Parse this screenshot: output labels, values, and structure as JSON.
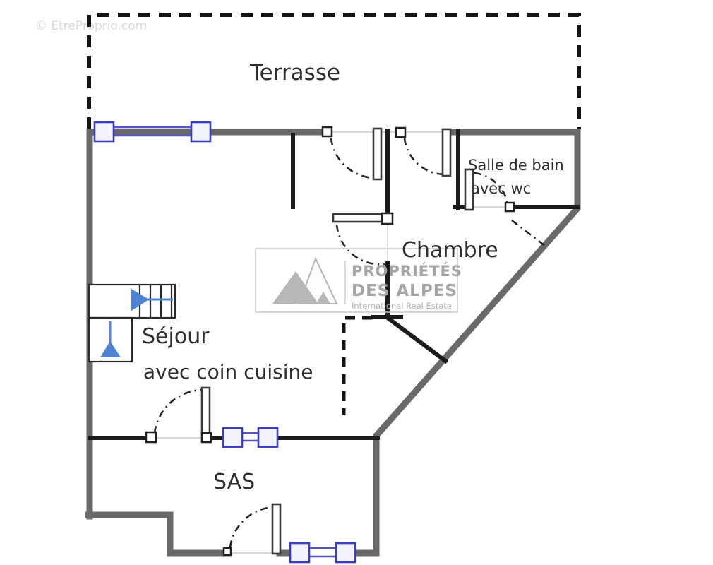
{
  "site_watermark": "© EtreProprio.com",
  "labels": {
    "terrasse": "Terrasse",
    "salle_de_bain": "Salle de bain",
    "salle_de_bain_2": "avec wc",
    "chambre": "Chambre",
    "sejour": "Séjour",
    "sejour_2": "avec coin cuisine",
    "sas": "SAS"
  },
  "brand": {
    "line1": "PROPRIÉTÉS",
    "line2": "DES ALPES",
    "tagline": "International Real Estate",
    "logo": "mountains-icon"
  },
  "colors": {
    "exterior_wall": "#696969",
    "interior_wall": "#1b1b1b",
    "terrace_dashed_line": "#141414",
    "window_frame_blue": "#3c3cbe",
    "window_fill": "#f2f3fc",
    "window_connector_blue": "#5353c6",
    "stair_arrow_blue": "#4f82d2",
    "door_arc": "#242424",
    "opening_line": "#d8d8d8",
    "watermark_gray": "#a4a4a4",
    "background": "#ffffff"
  }
}
